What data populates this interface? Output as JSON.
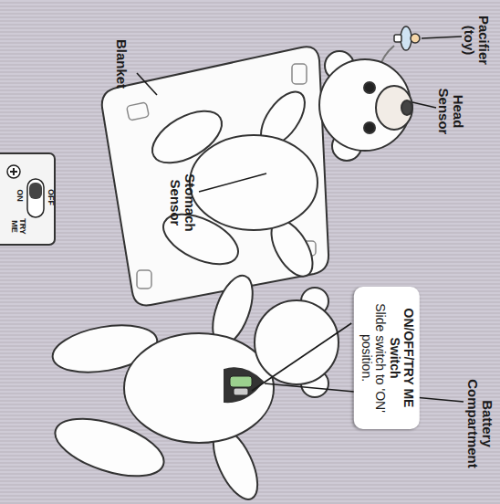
{
  "diagram": {
    "nodes": [
      {
        "text": [
          "ON/OFF/TRY ME Switch",
          "Slide switch to 'ON' position."
        ]
      }
    ],
    "labels": [
      "Pacifier (toy)",
      "Head Sensor",
      "Blanket",
      "Stomach Sensor",
      "ON",
      "OFF",
      "TRY ME",
      "Battery Compartment"
    ]
  }
}
